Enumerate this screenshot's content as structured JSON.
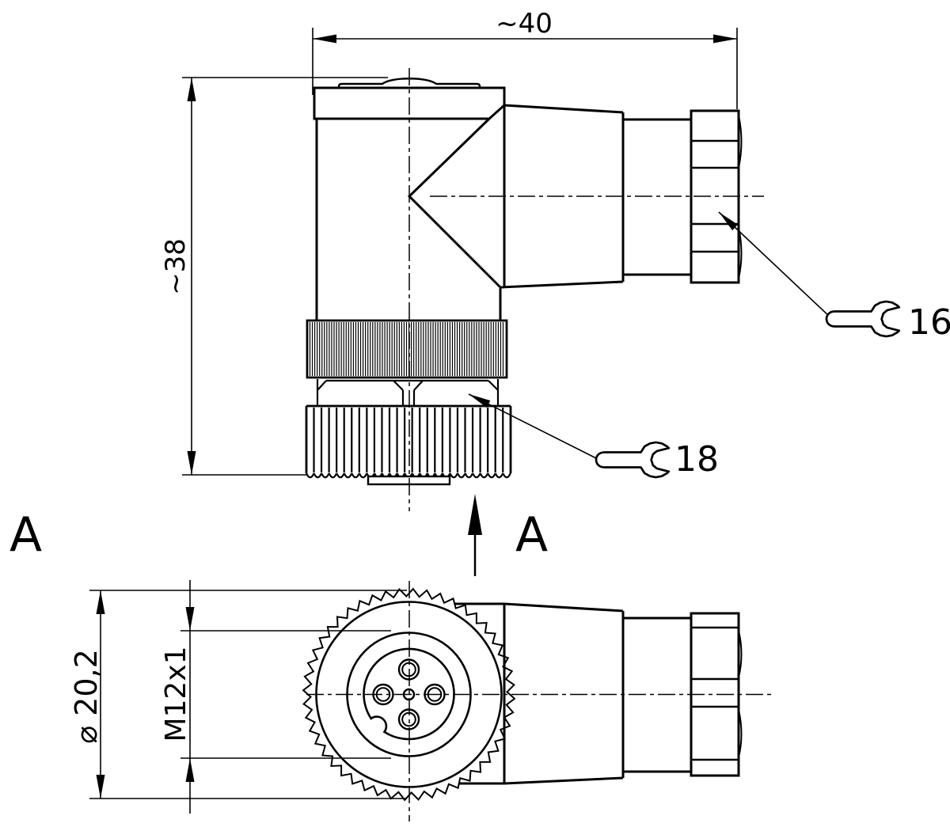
{
  "drawing": {
    "background": "#ffffff",
    "line_color": "#000000",
    "top_view": {
      "dim_width_label": "~40",
      "dim_height_label": "~38",
      "hex_wrench_size_label": "16",
      "coupling_wrench_size_label": "18"
    },
    "section_marks": {
      "left_label": "A",
      "right_label": "A"
    },
    "bottom_view": {
      "outer_diameter_label": "⌀ 20,2",
      "thread_label": "M12x1"
    }
  }
}
